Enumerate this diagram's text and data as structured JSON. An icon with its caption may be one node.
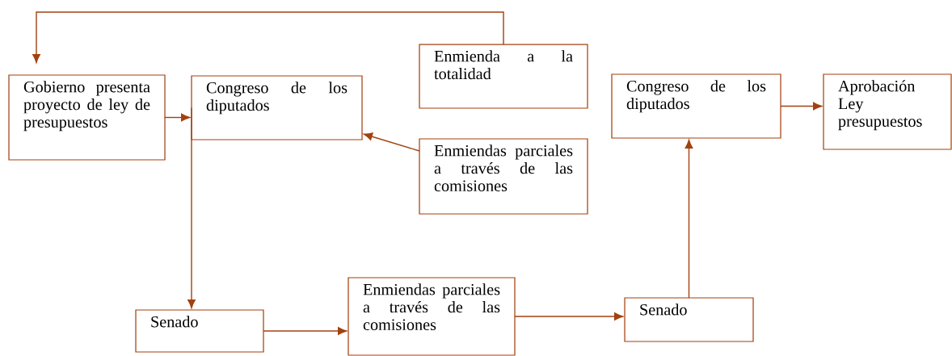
{
  "diagram": {
    "nodes": [
      {
        "text": [
          "Gobierno presenta proyecto de ley de presupuestos"
        ]
      },
      {
        "text": [
          "Congreso de los diputados"
        ]
      },
      {
        "text": [
          "Enmienda a la totalidad"
        ]
      },
      {
        "text": [
          "Enmiendas parciales a través de las comisiones"
        ]
      },
      {
        "text": [
          "Congreso de los diputados"
        ]
      },
      {
        "text": [
          "Aprobación Ley presupuestos"
        ]
      },
      {
        "text": [
          "Senado"
        ]
      },
      {
        "text": [
          "Enmiendas parciales a través de las comisiones"
        ]
      },
      {
        "text": [
          "Senado"
        ]
      }
    ],
    "edges": [
      {
        "from": 0,
        "to": 1,
        "arrow": "to"
      },
      {
        "from": 2,
        "to": 0,
        "arrow": "to"
      },
      {
        "from": 3,
        "to": 1,
        "arrow": "to"
      },
      {
        "from": 1,
        "to": 6,
        "arrow": "to"
      },
      {
        "from": 6,
        "to": 7,
        "arrow": "to"
      },
      {
        "from": 7,
        "to": 8,
        "arrow": "to"
      },
      {
        "from": 8,
        "to": 4,
        "arrow": "to"
      },
      {
        "from": 4,
        "to": 5,
        "arrow": "to"
      }
    ]
  }
}
